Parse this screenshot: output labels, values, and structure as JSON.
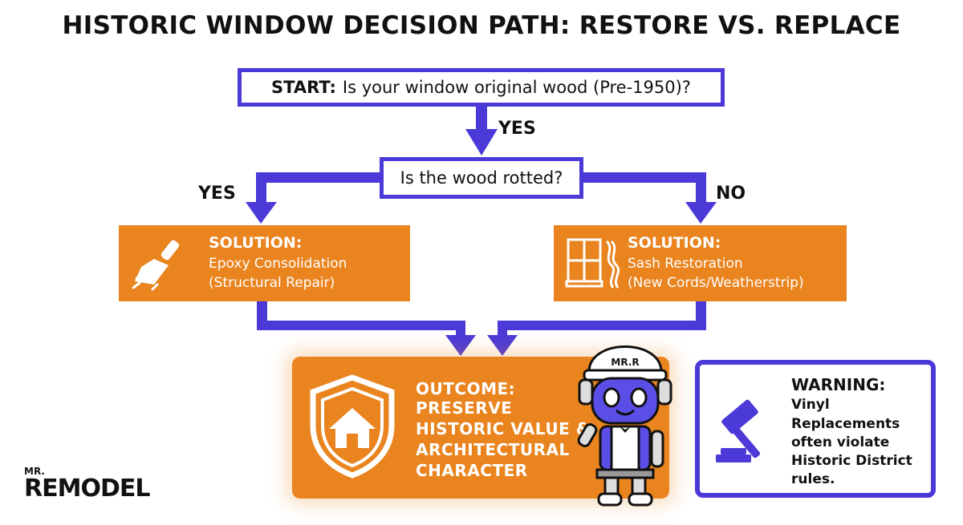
{
  "title": "HISTORIC WINDOW DECISION PATH: RESTORE VS. REPLACE",
  "start": {
    "label": "START:",
    "question": "Is your window original wood (Pre-1950)?"
  },
  "start_branch_label": "YES",
  "rot_question": "Is the wood rotted?",
  "branch_left_label": "YES",
  "branch_right_label": "NO",
  "solution_left": {
    "heading": "SOLUTION:",
    "line1": "Epoxy Consolidation",
    "line2": "(Structural Repair)",
    "icon": "putty-knife-icon"
  },
  "solution_right": {
    "heading": "SOLUTION:",
    "line1": "Sash Restoration",
    "line2": "(New Cords/Weatherstrip)",
    "icon": "window-sash-icon"
  },
  "outcome": {
    "lines": [
      "OUTCOME:",
      "PRESERVE",
      "HISTORIC VALUE &",
      "ARCHITECTURAL",
      "CHARACTER"
    ],
    "icon": "shield-house-icon"
  },
  "warning": {
    "heading": "WARNING:",
    "lines": [
      "Vinyl",
      "Replacements",
      "often violate",
      "Historic District",
      "rules."
    ],
    "icon": "gavel-icon"
  },
  "mascot": {
    "helmet_text": "MR.R",
    "icon": "robot-mascot"
  },
  "logo": {
    "small": "MR.",
    "name": "REMODEL"
  },
  "colors": {
    "accent_blue": "#4b3ad8",
    "orange": "#e9841f",
    "text": "#111111"
  }
}
